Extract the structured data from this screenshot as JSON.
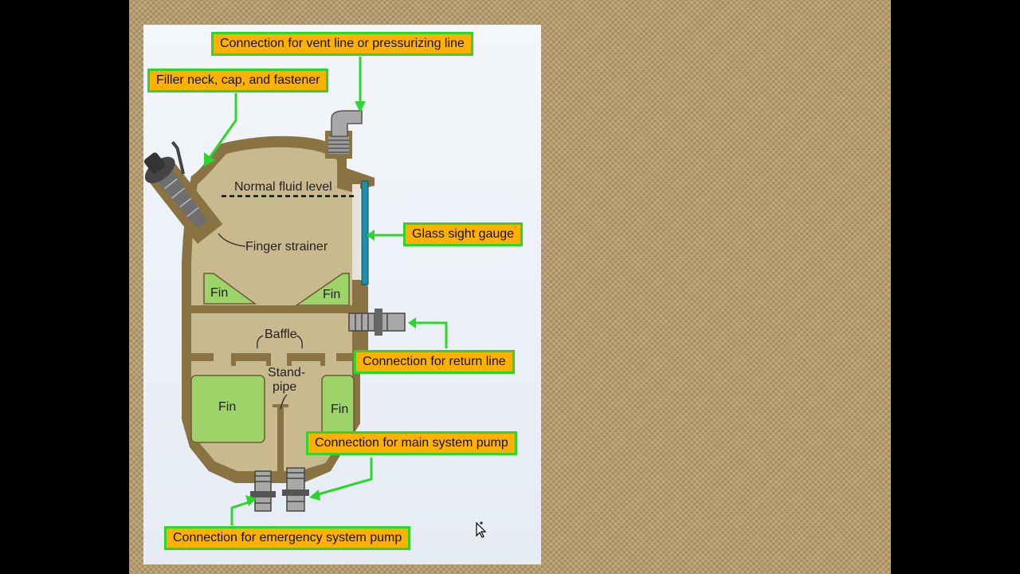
{
  "callouts": {
    "vent": "Connection for vent line or pressurizing line",
    "filler": "Filler neck, cap, and fastener",
    "sight": "Glass sight gauge",
    "return": "Connection for return line",
    "main": "Connection for main system pump",
    "emergency": "Connection for emergency system pump"
  },
  "labels": {
    "fluid_level": "Normal fluid level",
    "strainer": "Finger strainer",
    "fin": "Fin",
    "baffle": "Baffle",
    "standpipe_1": "Stand-",
    "standpipe_2": "pipe"
  },
  "colors": {
    "callout_fill": "#ffb000",
    "callout_border": "#2cd62c",
    "tank_body": "#8a7342",
    "tank_interior": "#c9b98f",
    "fin": "#9ed36a",
    "sight_glass": "#1f8fa8"
  }
}
